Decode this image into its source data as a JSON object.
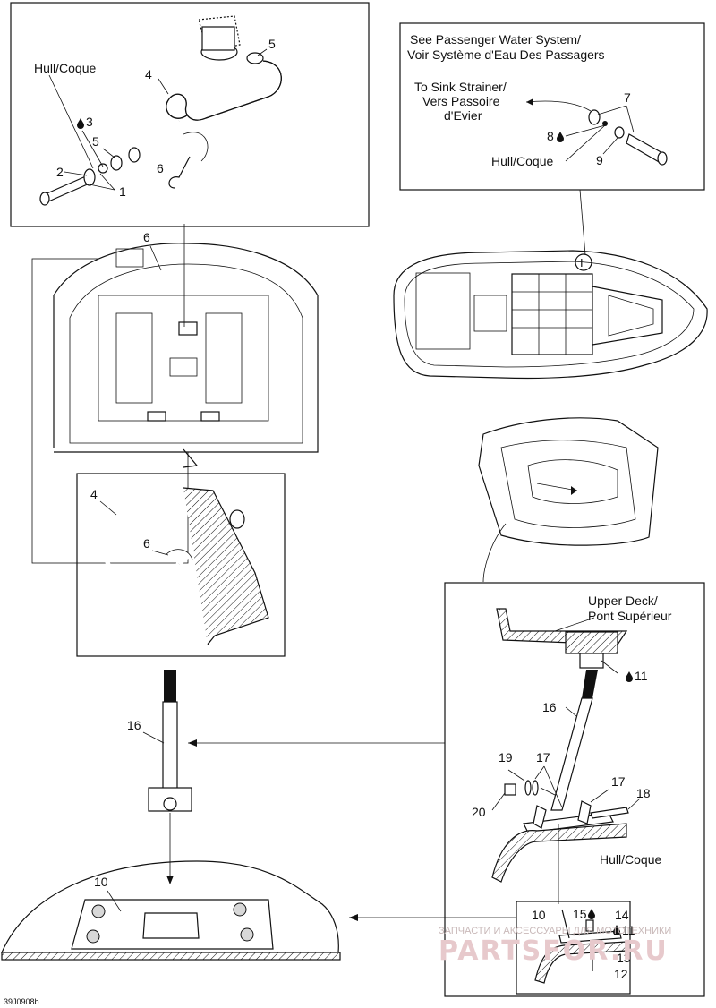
{
  "callouts": {
    "top_left": {
      "hull": "Hull/Coque",
      "n1": "1",
      "n2": "2",
      "n3": "3",
      "n4": "4",
      "n5a": "5",
      "n5b": "5",
      "n6": "6"
    },
    "top_right": {
      "note_line1": "See Passenger Water System/",
      "note_line2": "Voir Système d'Eau Des Passagers",
      "sink_line1": "To Sink Strainer/",
      "sink_line2": "Vers Passoire",
      "sink_line3": "d'Evier",
      "hull": "Hull/Coque",
      "n7": "7",
      "n8": "8",
      "n9": "9",
      "detail": "I"
    },
    "hull_view": {
      "n6": "6"
    },
    "detail_hose": {
      "n4": "4",
      "n6": "6"
    },
    "post": {
      "n16": "16"
    },
    "bottom_right": {
      "deck_line1": "Upper Deck/",
      "deck_line2": "Pont Supérieur",
      "n11": "11",
      "n16": "16",
      "n17a": "17",
      "n17b": "17",
      "n18": "18",
      "n19": "19",
      "n20": "20",
      "hull": "Hull/Coque",
      "n10": "10",
      "n15": "15",
      "n14": "14",
      "n11b": "11",
      "n13": "13",
      "n12": "12"
    },
    "plate": {
      "n10": "10"
    },
    "figure_code": "39J0908b"
  },
  "watermark": {
    "line1": "ЗАПЧАСТИ И АКСЕССУАРЫ ДЛЯ МОТОТЕХНИКИ",
    "logo": "PARTSFOR.RU"
  },
  "icons": {
    "drop": "liquid-drop-icon"
  }
}
